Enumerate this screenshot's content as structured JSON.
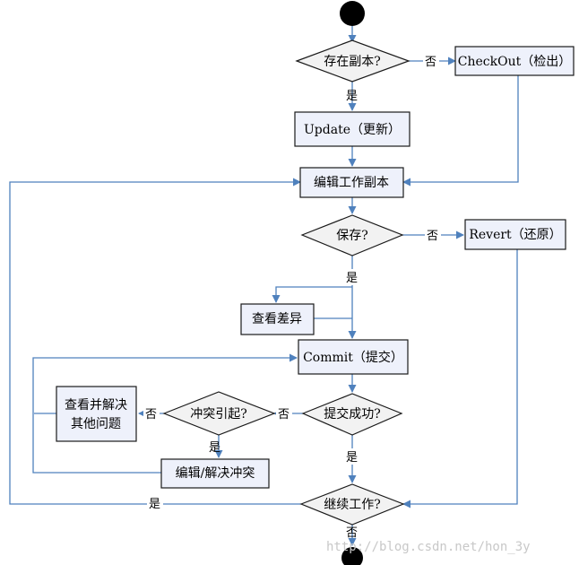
{
  "nodes": {
    "has_copy": "存在副本?",
    "checkout": "CheckOut（检出）",
    "update": "Update（更新）",
    "edit": "编辑工作副本",
    "save": "保存?",
    "revert": "Revert（还原）",
    "diff": "查看差异",
    "commit": "Commit（提交）",
    "commit_ok": "提交成功?",
    "conflict": "冲突引起?",
    "investigate_line1": "查看并解决",
    "investigate_line2": "其他问题",
    "resolve": "编辑/解决冲突",
    "continue": "继续工作?"
  },
  "edge_labels": {
    "no": "否",
    "yes": "是"
  },
  "watermark": "http://blog.csdn.net/hon_3y",
  "colors": {
    "box_fill": "#eef1fb",
    "diamond_fill": "#f2f2f2",
    "border": "#1a1a1a",
    "edge": "#4f81bd",
    "start_end": "#000000"
  }
}
